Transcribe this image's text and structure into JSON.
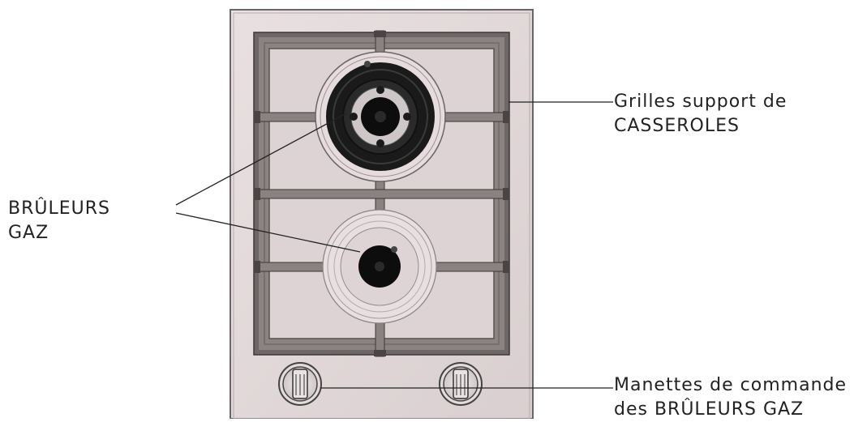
{
  "labels": {
    "grilles": {
      "line1": "Grilles support de",
      "line2": "CASSEROLES"
    },
    "bruleurs": {
      "line1": "BRÛLEURS",
      "line2": "GAZ"
    },
    "manettes": {
      "line1": "Manettes de commande",
      "line2": "des BRÛLEURS GAZ"
    }
  },
  "colors": {
    "panel": "#e3d9da",
    "panel_border": "#6b6566",
    "grate": "#7e7575",
    "grate_dark": "#3d3838",
    "burner_black": "#141414",
    "leader": "#222222"
  }
}
